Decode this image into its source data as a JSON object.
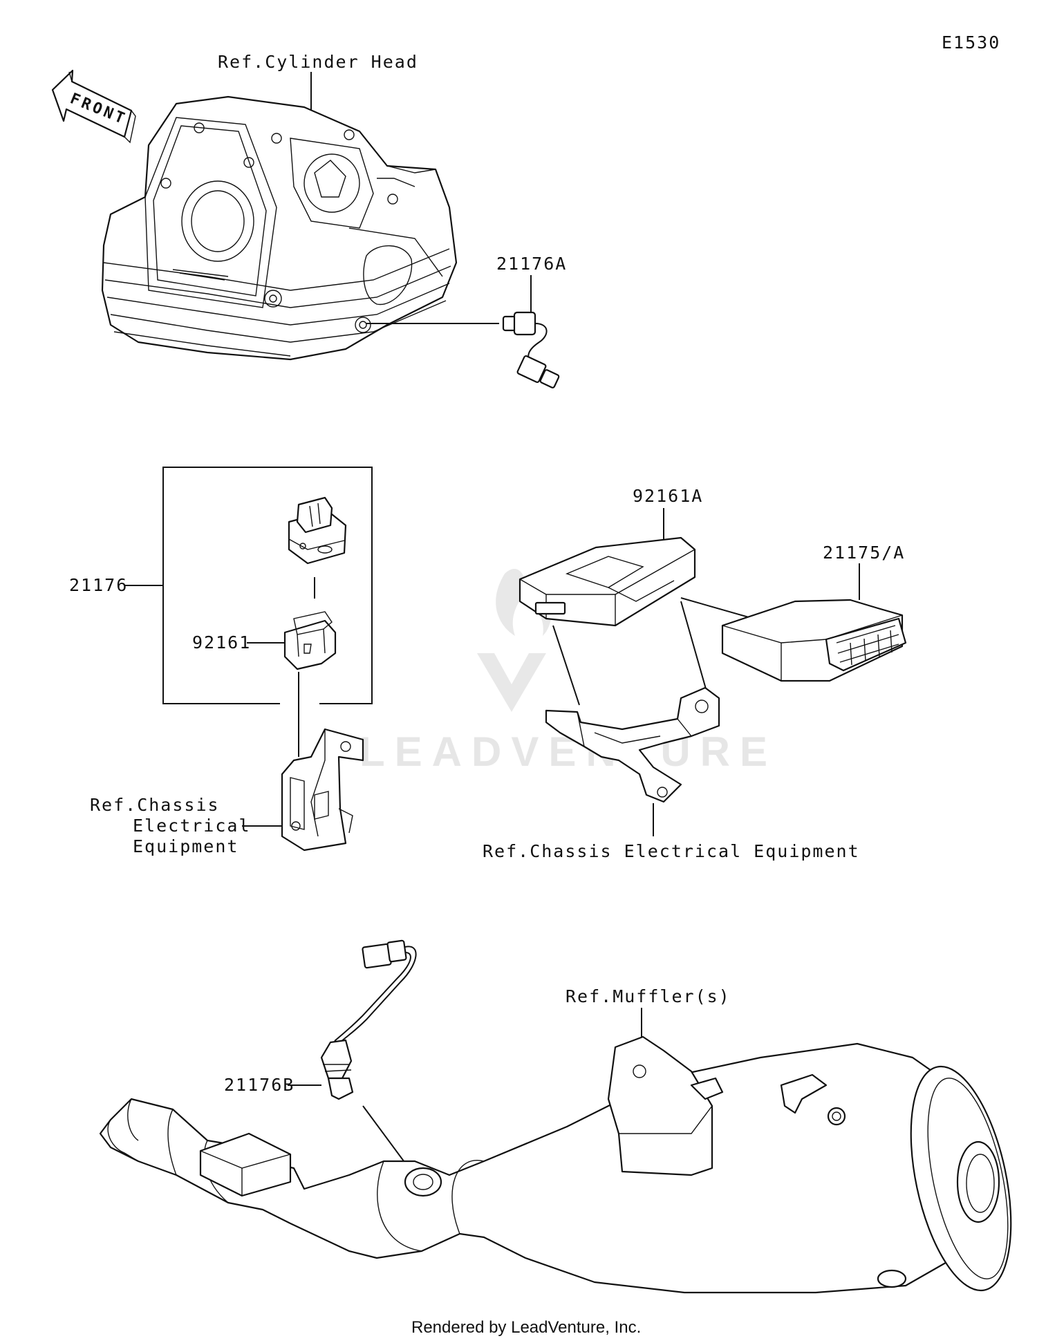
{
  "diagram_code": "E1530",
  "front_arrow_label": "FRONT",
  "watermark": "LEADVENTURE",
  "labels": {
    "ref_cylinder_head": "Ref.Cylinder Head",
    "part_21176A": "21176A",
    "part_21176": "21176",
    "part_92161": "92161",
    "ref_chassis_left_line1": "Ref.Chassis",
    "ref_chassis_left_line2": "Electrical",
    "ref_chassis_left_line3": "Equipment",
    "part_92161A": "92161A",
    "part_21175A": "21175/A",
    "ref_chassis_right": "Ref.Chassis Electrical Equipment",
    "ref_muffler": "Ref.Muffler(s)",
    "part_21176B": "21176B"
  },
  "footer": "Rendered by LeadVenture, Inc."
}
